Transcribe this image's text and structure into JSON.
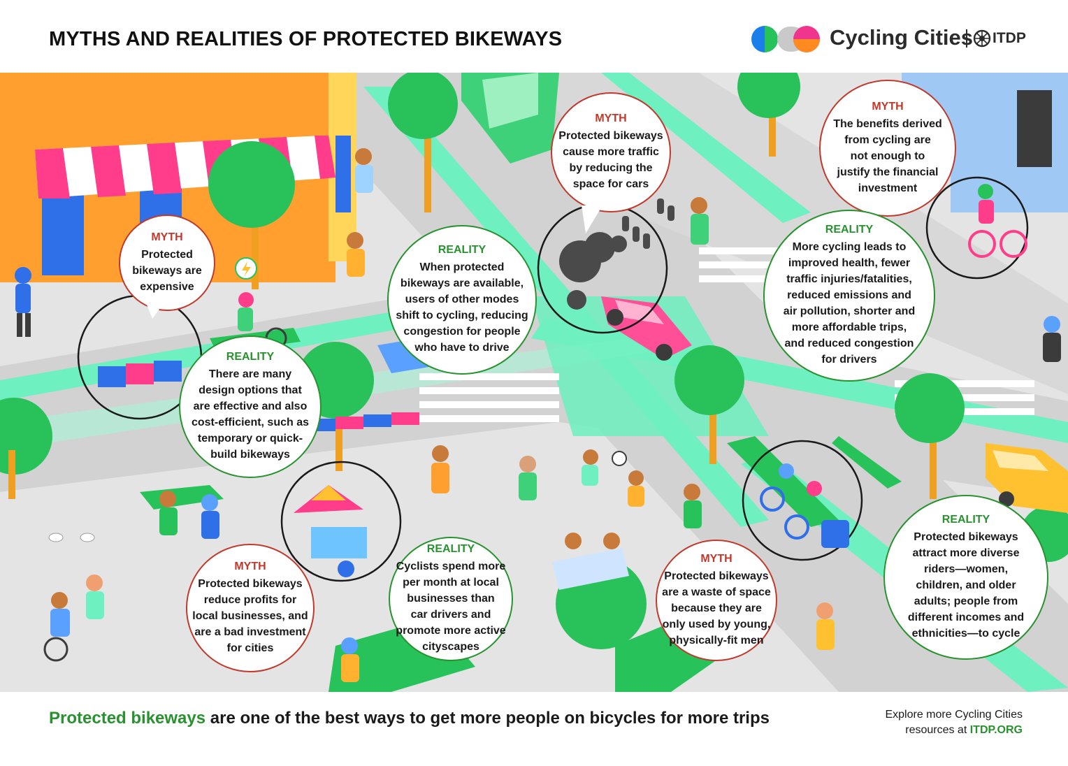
{
  "header": {
    "title": "MYTHS AND REALITIES OF PROTECTED BIKEWAYS",
    "brand_name": "Cycling Cities",
    "brand_org": "ITDP"
  },
  "colors": {
    "green": "#27922e",
    "red": "#c0392b",
    "bike_lane": "#6ff0c0",
    "tree": "#2ecc5e",
    "road": "#d9d9d9",
    "building_orange": "#ff9f2f",
    "building_blue": "#9fc8f5"
  },
  "bubbles": [
    {
      "kind": "myth",
      "label": "MYTH",
      "text": [
        "Protected",
        "bikeways are",
        "expensive"
      ]
    },
    {
      "kind": "reality",
      "label": "REALITY",
      "text": [
        "There are many",
        "design options that",
        "are effective and also",
        "cost-efficient, such as",
        "temporary or quick-",
        "build bikeways"
      ]
    },
    {
      "kind": "myth",
      "label": "MYTH",
      "text": [
        "Protected bikeways",
        "cause more traffic",
        "by reducing the",
        "space for cars"
      ]
    },
    {
      "kind": "reality",
      "label": "REALITY",
      "text": [
        "When protected",
        "bikeways are available,",
        "users of other modes",
        "shift to cycling, reducing",
        "congestion for people",
        "who have to drive"
      ]
    },
    {
      "kind": "myth",
      "label": "MYTH",
      "text": [
        "The benefits derived",
        "from cycling are",
        "not enough to",
        "justify the financial",
        "investment"
      ]
    },
    {
      "kind": "reality",
      "label": "REALITY",
      "text": [
        "More cycling leads to",
        "improved health, fewer",
        "traffic injuries/fatalities,",
        "reduced emissions and",
        "air pollution, shorter and",
        "more affordable trips,",
        "and reduced congestion",
        "for drivers"
      ]
    },
    {
      "kind": "myth",
      "label": "MYTH",
      "text": [
        "Protected bikeways",
        "reduce profits for",
        "local businesses, and",
        "are a bad investment",
        "for cities"
      ]
    },
    {
      "kind": "reality",
      "label": "REALITY",
      "text": [
        "Cyclists spend more",
        "per month at local",
        "businesses than",
        "car drivers and",
        "promote more active",
        "cityscapes"
      ]
    },
    {
      "kind": "myth",
      "label": "MYTH",
      "text": [
        "Protected bikeways",
        "are a waste of space",
        "because they are",
        "only used by young,",
        "physically-fit men"
      ]
    },
    {
      "kind": "reality",
      "label": "REALITY",
      "text": [
        "Protected bikeways",
        "attract more diverse",
        "riders—women,",
        "children, and older",
        "adults; people from",
        "different incomes and",
        "ethnicities—to cycle"
      ]
    }
  ],
  "footer": {
    "tagline_highlight": "Protected bikeways",
    "tagline_rest": " are one of the best ways to get more people on bicycles for more trips",
    "explore_line1": "Explore more Cycling Cities",
    "explore_line2_prefix": "resources at ",
    "explore_link": "ITDP.ORG"
  }
}
